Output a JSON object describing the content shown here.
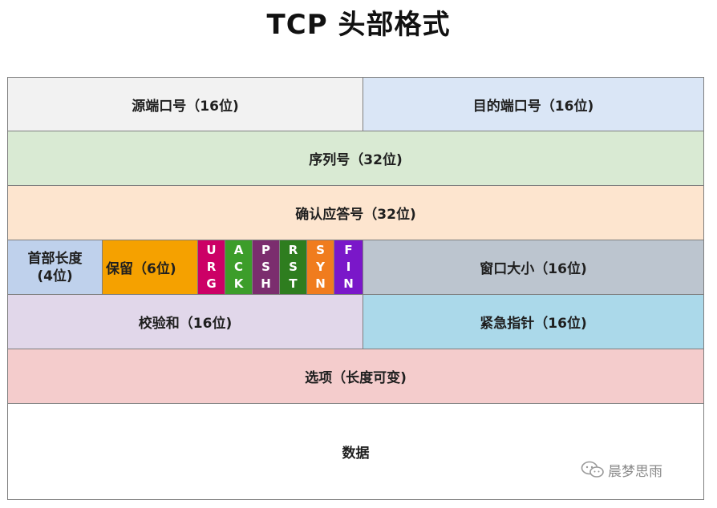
{
  "title": "TCP 头部格式",
  "colors": {
    "border": "#7f7f7f",
    "src_port": "#f2f2f2",
    "dst_port": "#dae6f6",
    "seq": "#d9ead3",
    "ack": "#fde5cf",
    "header_len": "#bfd1ec",
    "reserved": "#f5a100",
    "urg": "#cc0066",
    "ack_flag": "#3c9d2a",
    "psh": "#7b2d6e",
    "rst": "#2e7d1f",
    "syn": "#f07c1e",
    "fin": "#7a17c9",
    "window": "#bcc5cf",
    "checksum": "#e1d7ea",
    "urgent_ptr": "#abd9ea",
    "options": "#f4cccc",
    "data": "#ffffff"
  },
  "fields": {
    "src_port": "源端口号（16位)",
    "dst_port": "目的端口号（16位)",
    "seq": "序列号（32位)",
    "ack": "确认应答号（32位)",
    "header_len_line1": "首部长度",
    "header_len_line2": "(4位)",
    "reserved": "保留（6位)",
    "window": "窗口大小（16位)",
    "checksum": "校验和（16位)",
    "urgent_ptr": "紧急指针（16位)",
    "options": "选项（长度可变)",
    "data": "数据"
  },
  "flags": [
    {
      "letters": [
        "U",
        "R",
        "G"
      ]
    },
    {
      "letters": [
        "A",
        "C",
        "K"
      ]
    },
    {
      "letters": [
        "P",
        "S",
        "H"
      ]
    },
    {
      "letters": [
        "R",
        "S",
        "T"
      ]
    },
    {
      "letters": [
        "S",
        "Y",
        "N"
      ]
    },
    {
      "letters": [
        "F",
        "I",
        "N"
      ]
    }
  ],
  "watermark": {
    "icon": "wechat-icon",
    "text": "晨梦思雨"
  }
}
